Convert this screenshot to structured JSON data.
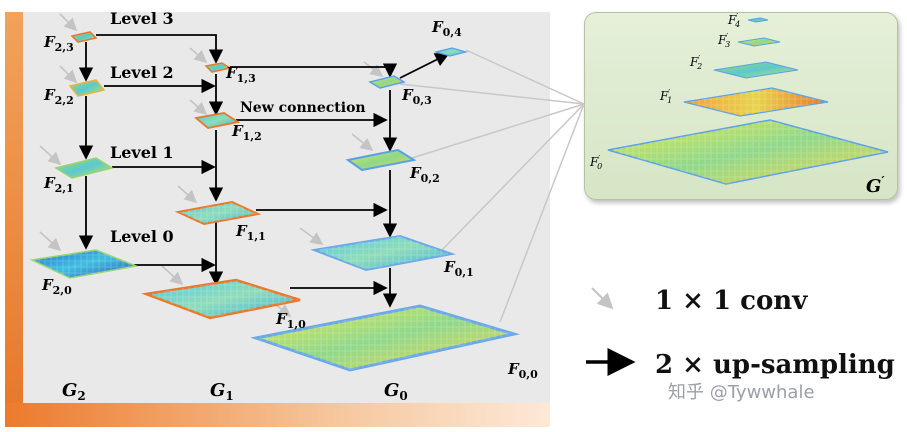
{
  "levels": {
    "level3": "Level 3",
    "level2": "Level 2",
    "level1": "Level 1",
    "level0": "Level 0"
  },
  "new_connection": "New connection",
  "maps": {
    "F23": {
      "base": "F",
      "sub": "2,3"
    },
    "F22": {
      "base": "F",
      "sub": "2,2"
    },
    "F21": {
      "base": "F",
      "sub": "2,1"
    },
    "F20": {
      "base": "F",
      "sub": "2,0"
    },
    "F13": {
      "base": "F",
      "sub": "1,3"
    },
    "F12": {
      "base": "F",
      "sub": "1,2"
    },
    "F11": {
      "base": "F",
      "sub": "1,1"
    },
    "F10": {
      "base": "F",
      "sub": "1,0"
    },
    "F04": {
      "base": "F",
      "sub": "0,4"
    },
    "F03": {
      "base": "F",
      "sub": "0,3"
    },
    "F02": {
      "base": "F",
      "sub": "0,2"
    },
    "F01": {
      "base": "F",
      "sub": "0,1"
    },
    "F00": {
      "base": "F",
      "sub": "0,0"
    }
  },
  "columns": {
    "G2": {
      "base": "G",
      "sub": "2"
    },
    "G1": {
      "base": "G",
      "sub": "1"
    },
    "G0": {
      "base": "G",
      "sub": "0"
    }
  },
  "inset": {
    "title": {
      "base": "G",
      "sup": "′"
    },
    "maps": {
      "F4p": {
        "base": "F",
        "sup": "′",
        "sub": "4"
      },
      "F3p": {
        "base": "F",
        "sup": "′",
        "sub": "3"
      },
      "F2p": {
        "base": "F",
        "sup": "′",
        "sub": "2"
      },
      "F1p": {
        "base": "F",
        "sup": "′",
        "sub": "1"
      },
      "F0p": {
        "base": "F",
        "sup": "′",
        "sub": "0"
      }
    }
  },
  "legend": {
    "conv": "1 × 1 conv",
    "upsampling": "2 × up-sampling"
  },
  "watermark": "知乎 @Tywwhale",
  "colors": {
    "orange": "#e8782a",
    "panel_bg": "#e9e9e9",
    "inset_bg": "#dfeccf",
    "gray_arrow": "#c4c4c4",
    "black_arrow": "#000000"
  }
}
